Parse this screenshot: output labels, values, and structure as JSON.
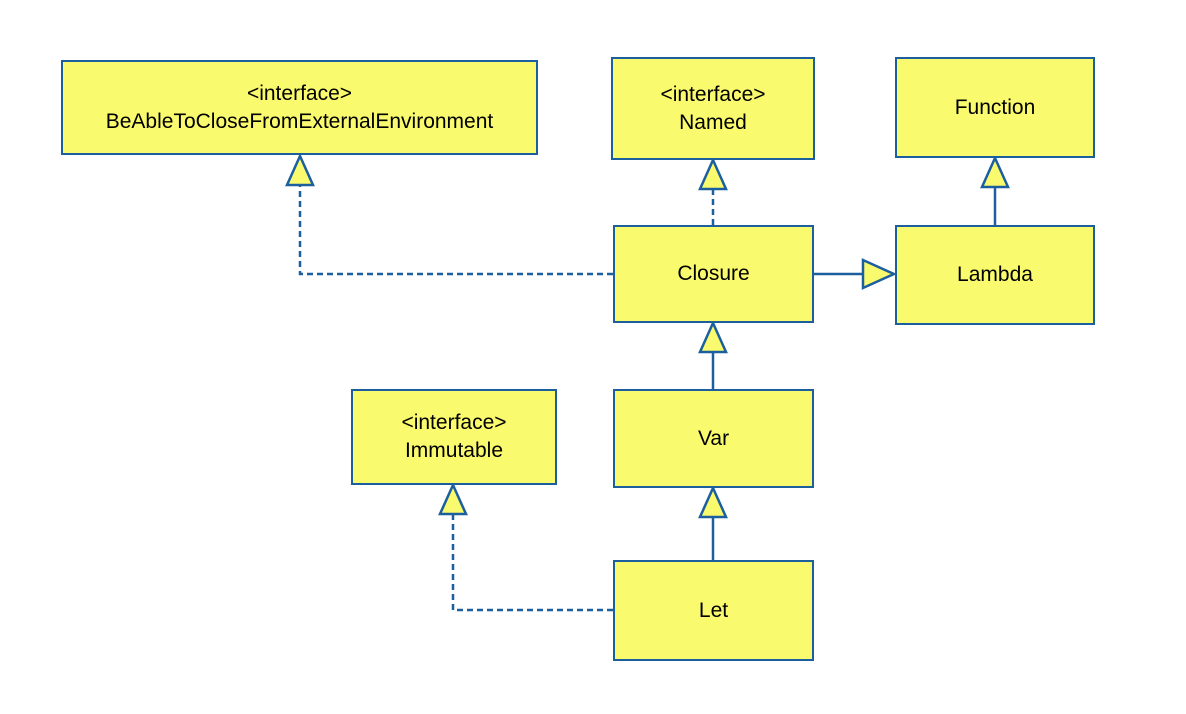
{
  "diagram": {
    "background_color": "#FFFFFF",
    "node_fill_color": "#FAFA6E",
    "stroke_color": "#1C5F9E",
    "text_color": "#000000"
  },
  "nodes": {
    "beable": {
      "stereotype": "<interface>",
      "name": "BeAbleToCloseFromExternalEnvironment"
    },
    "named": {
      "stereotype": "<interface>",
      "name": "Named"
    },
    "function": {
      "name": "Function"
    },
    "closure": {
      "name": "Closure"
    },
    "lambda": {
      "name": "Lambda"
    },
    "immutable": {
      "stereotype": "<interface>",
      "name": "Immutable"
    },
    "var": {
      "name": "Var"
    },
    "let": {
      "name": "Let"
    }
  },
  "relations": [
    {
      "from": "Closure",
      "to": "BeAbleToCloseFromExternalEnvironment",
      "type": "realization",
      "line": "dashed",
      "arrowhead": "hollow-triangle"
    },
    {
      "from": "Closure",
      "to": "Named",
      "type": "realization",
      "line": "dashed",
      "arrowhead": "hollow-triangle"
    },
    {
      "from": "Lambda",
      "to": "Function",
      "type": "generalization",
      "line": "solid",
      "arrowhead": "hollow-triangle"
    },
    {
      "from": "Closure",
      "to": "Lambda",
      "type": "generalization",
      "line": "solid",
      "arrowhead": "hollow-triangle"
    },
    {
      "from": "Var",
      "to": "Closure",
      "type": "generalization",
      "line": "solid",
      "arrowhead": "hollow-triangle"
    },
    {
      "from": "Let",
      "to": "Var",
      "type": "generalization",
      "line": "solid",
      "arrowhead": "hollow-triangle"
    },
    {
      "from": "Let",
      "to": "Immutable",
      "type": "realization",
      "line": "dashed",
      "arrowhead": "hollow-triangle"
    }
  ]
}
